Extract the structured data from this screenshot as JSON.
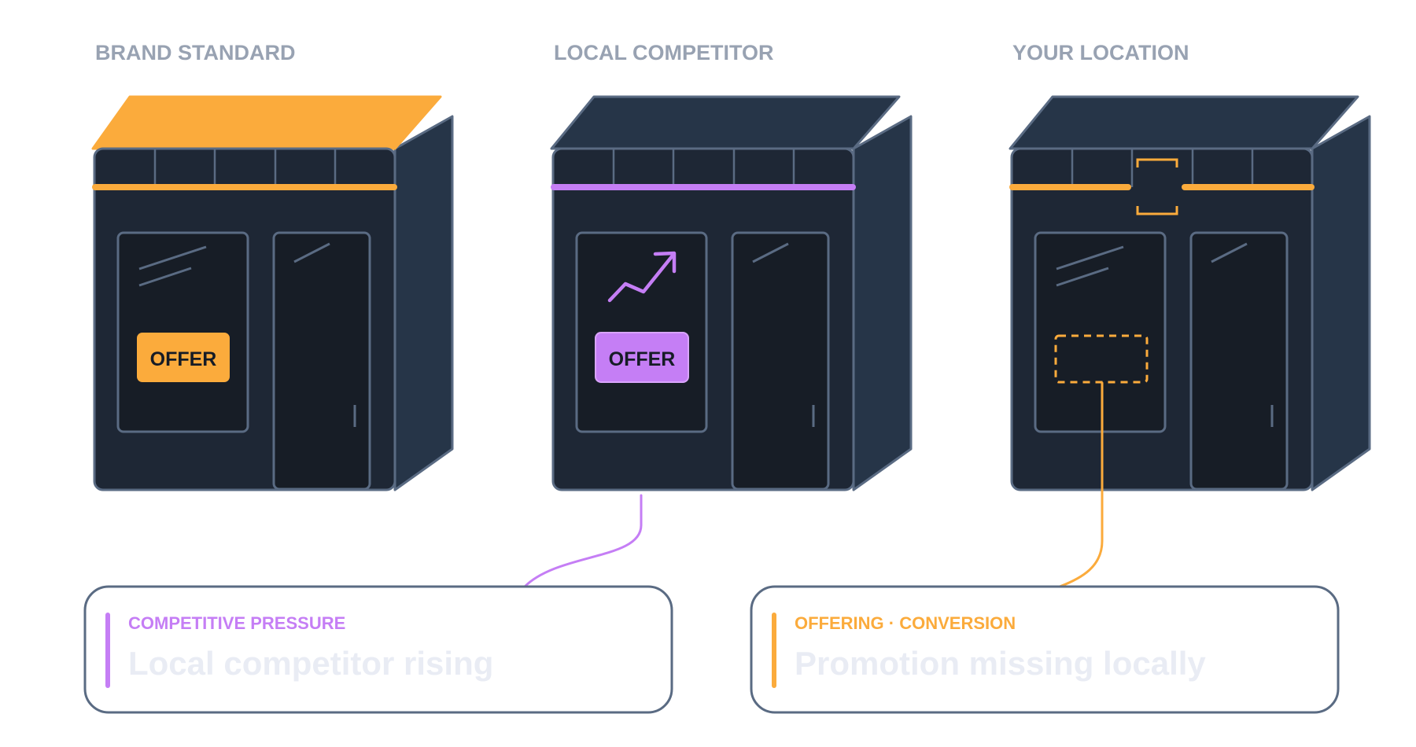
{
  "columns": [
    {
      "title": "BRAND STANDARD",
      "accent": "#fbab3c",
      "offer_label": "OFFER"
    },
    {
      "title": "LOCAL COMPETITOR",
      "accent": "#c57ef5",
      "offer_label": "OFFER",
      "icon": "trend-up-arrow-icon"
    },
    {
      "title": "YOUR LOCATION",
      "accent": "#fbab3c",
      "missing": "missing-offer-placeholder",
      "icon": "focus-bracket-icon"
    }
  ],
  "cards": [
    {
      "tag": "COMPETITIVE PRESSURE",
      "headline": "Local competitor rising",
      "accent": "#c57ef5"
    },
    {
      "tag": "OFFERING · CONVERSION",
      "headline": "Promotion missing locally",
      "accent": "#fbab3c"
    }
  ],
  "colors": {
    "store_body": "#1e2735",
    "store_side": "#263548",
    "store_roof": "#263548",
    "outline": "#5a6b83",
    "window_glass": "#171d26",
    "label_gray": "#98a2b2",
    "card_border": "#5a6b83",
    "card_headline": "#e9ecf4"
  }
}
